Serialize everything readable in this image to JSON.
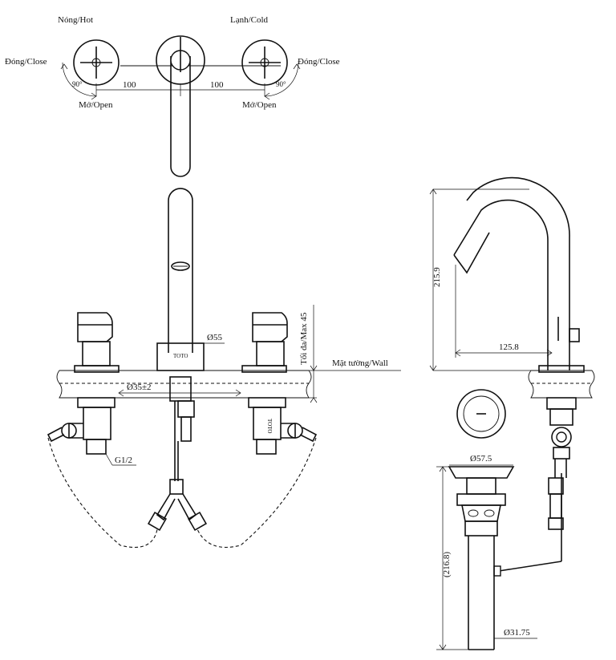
{
  "labels": {
    "hot": "Nóng/Hot",
    "cold": "Lạnh/Cold",
    "close_left": "Đóng/Close",
    "close_right": "Đóng/Close",
    "open_left": "Mở/Open",
    "open_right": "Mở/Open",
    "angle_left": "90°",
    "angle_right": "90°",
    "wall": "Mặt tường/Wall",
    "max_thickness": "Tối đa/Max 45",
    "brand_spout": "TOTO",
    "brand_valve": "TOTO"
  },
  "dimensions": {
    "spacing_left": "100",
    "spacing_right": "100",
    "spout_base": "Ø55",
    "hole": "Ø35±2",
    "thread": "G1/2",
    "height": "215.9",
    "reach": "125.8",
    "drain_top": "Ø57.5",
    "drain_length": "(216.8)",
    "drain_pipe": "Ø31.75"
  }
}
